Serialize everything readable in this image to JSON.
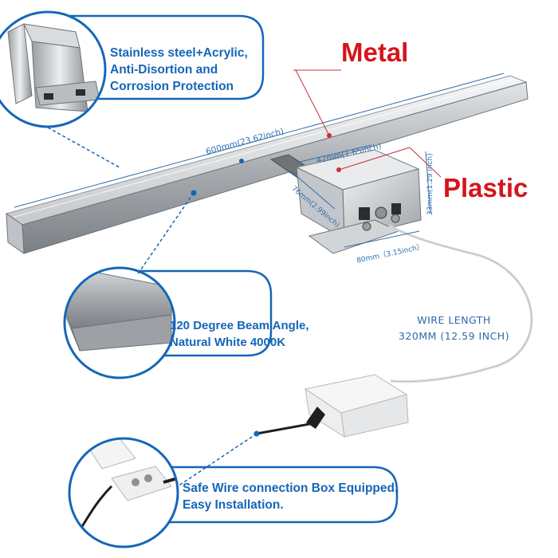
{
  "callouts": {
    "material": {
      "lines": [
        "Stainless steel+Acrylic,",
        "Anti-Disortion and",
        "Corrosion Protection"
      ],
      "icon": "bracket-closeup-icon"
    },
    "beam": {
      "lines": [
        "120 Degree Beam Angle,",
        "Natural White 4000K"
      ],
      "icon": "light-bar-end-closeup-icon"
    },
    "box": {
      "lines": [
        "Safe Wire connection Box Equipped,",
        "Easy Installation."
      ],
      "icon": "junction-box-open-icon"
    }
  },
  "labels": {
    "metal": "Metal",
    "plastic": "Plastic"
  },
  "dimensions": {
    "length": "600mm(23.62inch)",
    "width": "42mm(1.65inch)",
    "depth": "76mm(2.99inch)",
    "height": "33mm(1.29 inch)",
    "base": "80mm（3.15inch）"
  },
  "wire": {
    "line1": "WIRE LENGTH",
    "line2": "320MM (12.59 INCH)"
  },
  "colors": {
    "accent_blue": "#1566b8",
    "label_red": "#d6141c",
    "leader_red": "#c8303a",
    "steel": "#c9ccd0"
  }
}
